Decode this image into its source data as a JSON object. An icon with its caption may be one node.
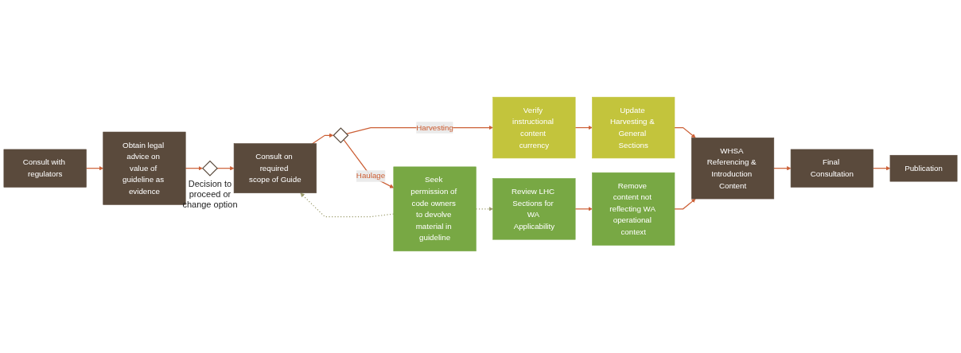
{
  "diagram": {
    "nodes": [
      {
        "text": [
          "Consult with regulators"
        ]
      },
      {
        "text": [
          "Obtain legal advice on value of guideline as evidence"
        ]
      },
      {
        "text": [],
        "shape": "diamond",
        "beside": [
          "Decision to proceed or change option"
        ]
      },
      {
        "text": [
          "Consult on required scope of Guide"
        ]
      },
      {
        "text": [],
        "shape": "diamond"
      },
      {
        "text": [
          "Verify instructional content currency"
        ]
      },
      {
        "text": [
          "Update Harvesting & General Sections"
        ]
      },
      {
        "text": [
          "WHSA Referencing & Introduction Content"
        ]
      },
      {
        "text": [
          "Final Consultation"
        ]
      },
      {
        "text": [
          "Publication"
        ]
      },
      {
        "text": [
          "Seek permission of code owners to devolve material in guideline"
        ]
      },
      {
        "text": [
          "Review LHC Sections for WA Applicability"
        ]
      },
      {
        "text": [
          "Remove content not reflecting WA operational context"
        ]
      }
    ],
    "edges": [
      {
        "from": 0,
        "to": 1,
        "arrow": "to"
      },
      {
        "from": 1,
        "to": 2,
        "arrow": "to"
      },
      {
        "from": 2,
        "to": 3,
        "arrow": "to"
      },
      {
        "from": 3,
        "to": 4,
        "arrow": "to"
      },
      {
        "from": 4,
        "to": 5,
        "arrow": "to",
        "label": "Harvesting"
      },
      {
        "from": 4,
        "to": 10,
        "arrow": "to",
        "label": "Haulage"
      },
      {
        "from": 5,
        "to": 6,
        "arrow": "to"
      },
      {
        "from": 6,
        "to": 7,
        "arrow": "to"
      },
      {
        "from": 7,
        "to": 8,
        "arrow": "to"
      },
      {
        "from": 8,
        "to": 9,
        "arrow": "to"
      },
      {
        "from": 10,
        "to": 11,
        "arrow": "to",
        "style": "dashed",
        "color": "#9c9c6c"
      },
      {
        "from": 10,
        "to": 3,
        "arrow": "to",
        "style": "dashed",
        "color": "#9c9c6c"
      },
      {
        "from": 11,
        "to": 12,
        "arrow": "to"
      },
      {
        "from": 12,
        "to": 7,
        "arrow": "to"
      }
    ]
  }
}
